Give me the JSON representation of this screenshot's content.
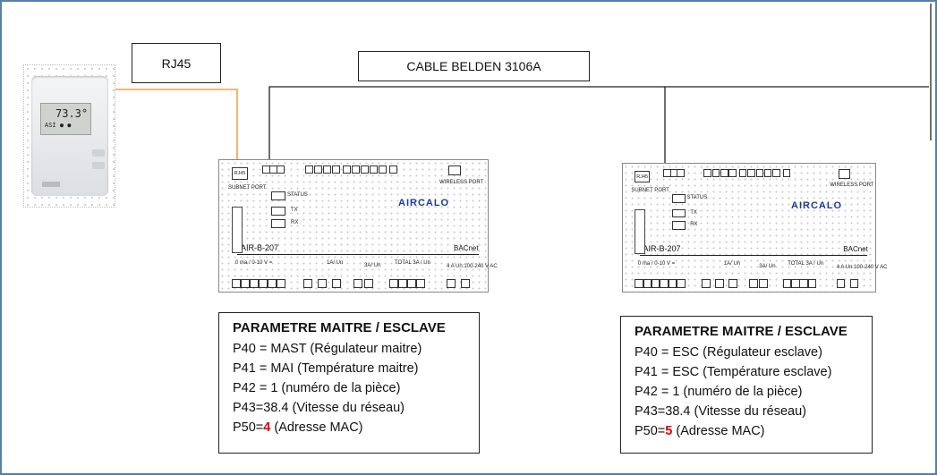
{
  "labels": {
    "rj45": "RJ45",
    "cable": "CABLE BELDEN 3106A"
  },
  "thermostat": {
    "display": "73.3°",
    "sub": "ASI ● ●"
  },
  "controllers": [
    {
      "model": "AIR-B-207",
      "brand": "AIRCALO",
      "protocol": "BACnet",
      "rj45": "RJ45",
      "subnet": "SUBNET PORT",
      "wireless": "WIRELESS PORT",
      "status": "STATUS",
      "tx": "TX",
      "rx": "RX",
      "power": "4 A Un:100-240 V AC",
      "group1": "0 ma / 0-10 V =",
      "group2": "1A/ Un",
      "group3": "3A/ Un",
      "group4": "TOTAL 3A / Un"
    },
    {
      "model": "AIR-B-207",
      "brand": "AIRCALO",
      "protocol": "BACnet",
      "rj45": "RJ45",
      "subnet": "SUBNET PORT",
      "wireless": "WIRELESS PORT",
      "status": "STATUS",
      "tx": "TX",
      "rx": "RX",
      "power": "4 A Un:100-240 V AC",
      "group1": "0 ma / 0-10 V =",
      "group2": "1A/ Un",
      "group3": "3A/ Un",
      "group4": "TOTAL 3A / Un"
    }
  ],
  "params_master": {
    "title": "PARAMETRE MAITRE / ESCLAVE",
    "lines": [
      "P40 = MAST (Régulateur maitre)",
      "P41 = MAI (Température maitre)",
      "P42 = 1 (numéro de la pièce)",
      "P43=38.4 (Vitesse du réseau)"
    ],
    "p50_prefix": "P50=",
    "p50_value": "4",
    "p50_suffix": " (Adresse MAC)"
  },
  "params_slave": {
    "title": "PARAMETRE MAITRE / ESCLAVE",
    "lines": [
      "P40 = ESC (Régulateur esclave)",
      "P41 = ESC (Température esclave)",
      "P42 = 1 (numéro de la pièce)",
      "P43=38.4 (Vitesse du réseau)"
    ],
    "p50_prefix": "P50=",
    "p50_value": "5",
    "p50_suffix": " (Adresse MAC)"
  },
  "colors": {
    "frame": "#5a7fa6",
    "rj45_wire": "#f5a04a",
    "cable": "#222222",
    "highlight": "#e00000"
  }
}
